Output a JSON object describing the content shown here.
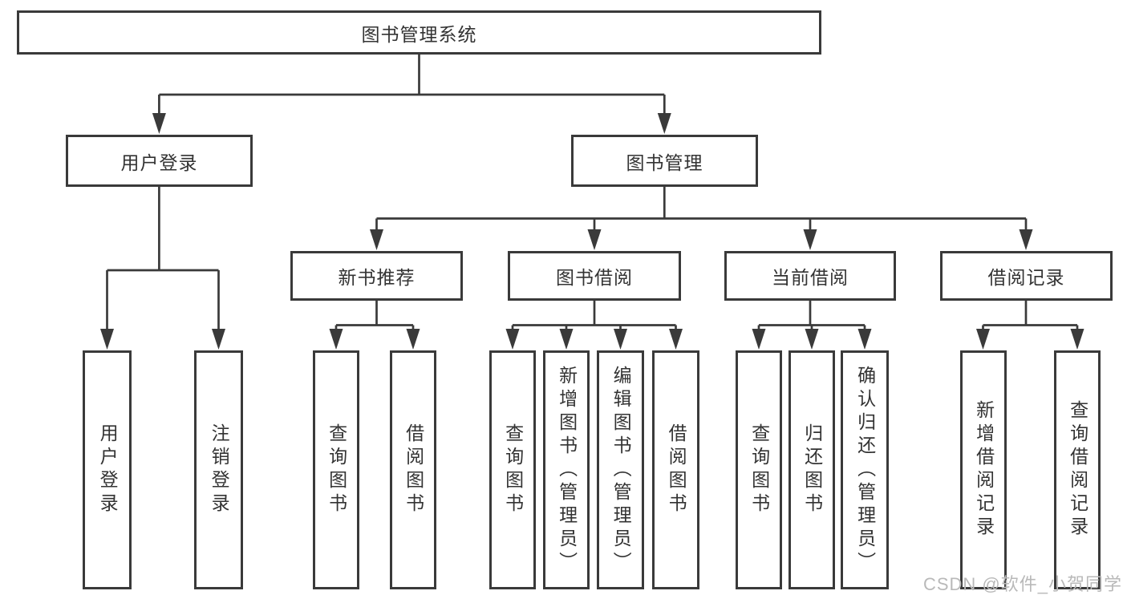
{
  "tree": {
    "root": "图书管理系统",
    "level2": [
      "用户登录",
      "图书管理"
    ],
    "level3": [
      "新书推荐",
      "图书借阅",
      "当前借阅",
      "借阅记录"
    ],
    "leaves": {
      "user_login": [
        "用户登录",
        "注销登录"
      ],
      "new_rec": [
        "查询图书",
        "借阅图书"
      ],
      "borrow": [
        "查询图书",
        "新增图书（管理员）",
        "编辑图书（管理员）",
        "借阅图书"
      ],
      "current": [
        "查询图书",
        "归还图书",
        "确认归还（管理员）"
      ],
      "record": [
        "新增借阅记录",
        "查询借阅记录"
      ]
    }
  },
  "watermark": {
    "text": "CSDN @软件_小贺同学"
  },
  "colors": {
    "line": "#3a3a3a",
    "box_border": "#3a3a3a",
    "text": "#333333",
    "watermark": "#b9b9b9",
    "background": "#ffffff"
  }
}
